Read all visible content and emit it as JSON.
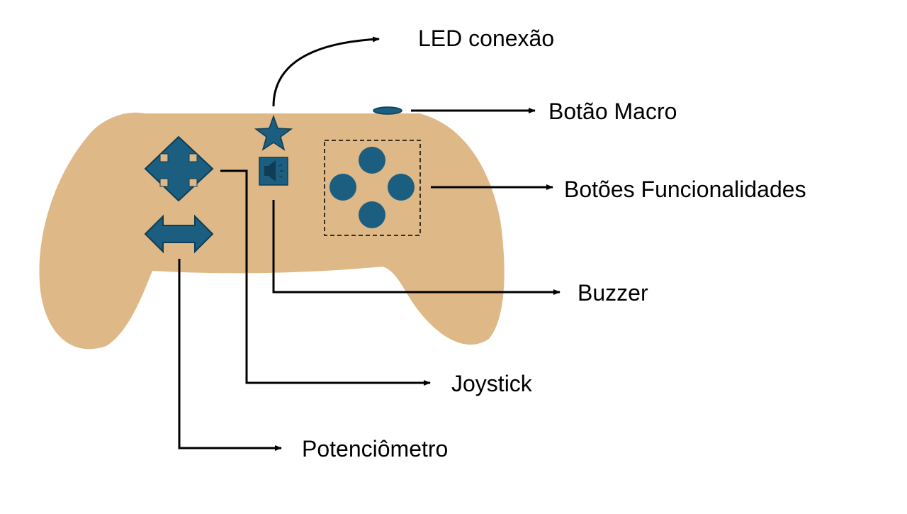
{
  "colors": {
    "body": "#DEB887",
    "accent": "#1B5E80",
    "accent_stroke": "#0E3D56",
    "line": "#000000"
  },
  "icons": {
    "joystick": "four-way-arrow-icon",
    "potentiometer": "double-arrow-icon",
    "led": "star-icon",
    "buzzer": "speaker-icon",
    "macro_button": "oval-button-icon",
    "function_buttons": "four-circle-buttons-icon"
  },
  "labels": {
    "led": "LED conexão",
    "macro": "Botão Macro",
    "functions": "Botões Funcionalidades",
    "buzzer": "Buzzer",
    "joystick": "Joystick",
    "potentiometer": "Potenciômetro"
  }
}
